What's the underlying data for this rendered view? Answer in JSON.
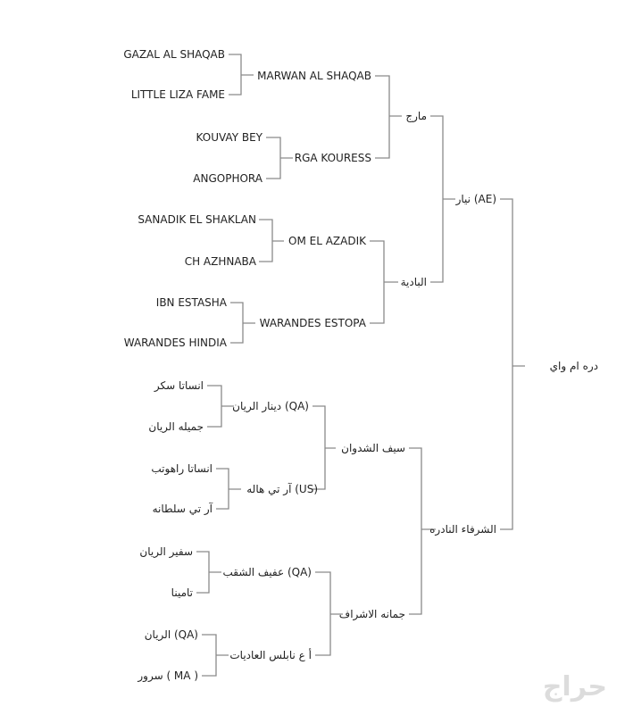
{
  "pedigree": {
    "horse": "دره ام واي",
    "sire": "نيار (AE)",
    "dam": "الشرفاء النادره",
    "sire_sire": "مارج",
    "sire_dam": "البادية",
    "dam_sire": "سيف الشدوان",
    "dam_dam": "جمانه الاشراف",
    "g3": {
      "marwan": "MARWAN AL SHAQAB",
      "rga": "RGA KOURESS",
      "om": "OM EL AZADIK",
      "warandes_estopa": "WARANDES ESTOPA",
      "dinar": "دينار الريان (QA)",
      "arti_hala": "آر تي هاله (US)",
      "afif": "عفيف الشقب (QA)",
      "nabelus": "أ ع نابلس العاديات"
    },
    "g4": {
      "gazal": "GAZAL AL SHAQAB",
      "little_liza": "LITTLE LIZA FAME",
      "kouvay": "KOUVAY BEY",
      "angophora": "ANGOPHORA",
      "sanadik": "SANADIK EL SHAKLAN",
      "ch_azhnaba": "CH AZHNABA",
      "ibn_estasha": "IBN ESTASHA",
      "warandes_hindia": "WARANDES HINDIA",
      "ansata_sokar": "انساتا سكر",
      "jamila": "جميله الريان",
      "ansata_rahotep": "انساتا راهوتب",
      "arti_sultana": "آر تي سلطانه",
      "safir": "سفير الريان",
      "tamina": "تامينا",
      "alrayan": "الريان (QA)",
      "sorour": "سرور ( MA )"
    }
  },
  "watermark": "حراج",
  "colors": {
    "line": "#8a8a8a",
    "text": "#222222",
    "watermark": "#dcdcdc"
  }
}
